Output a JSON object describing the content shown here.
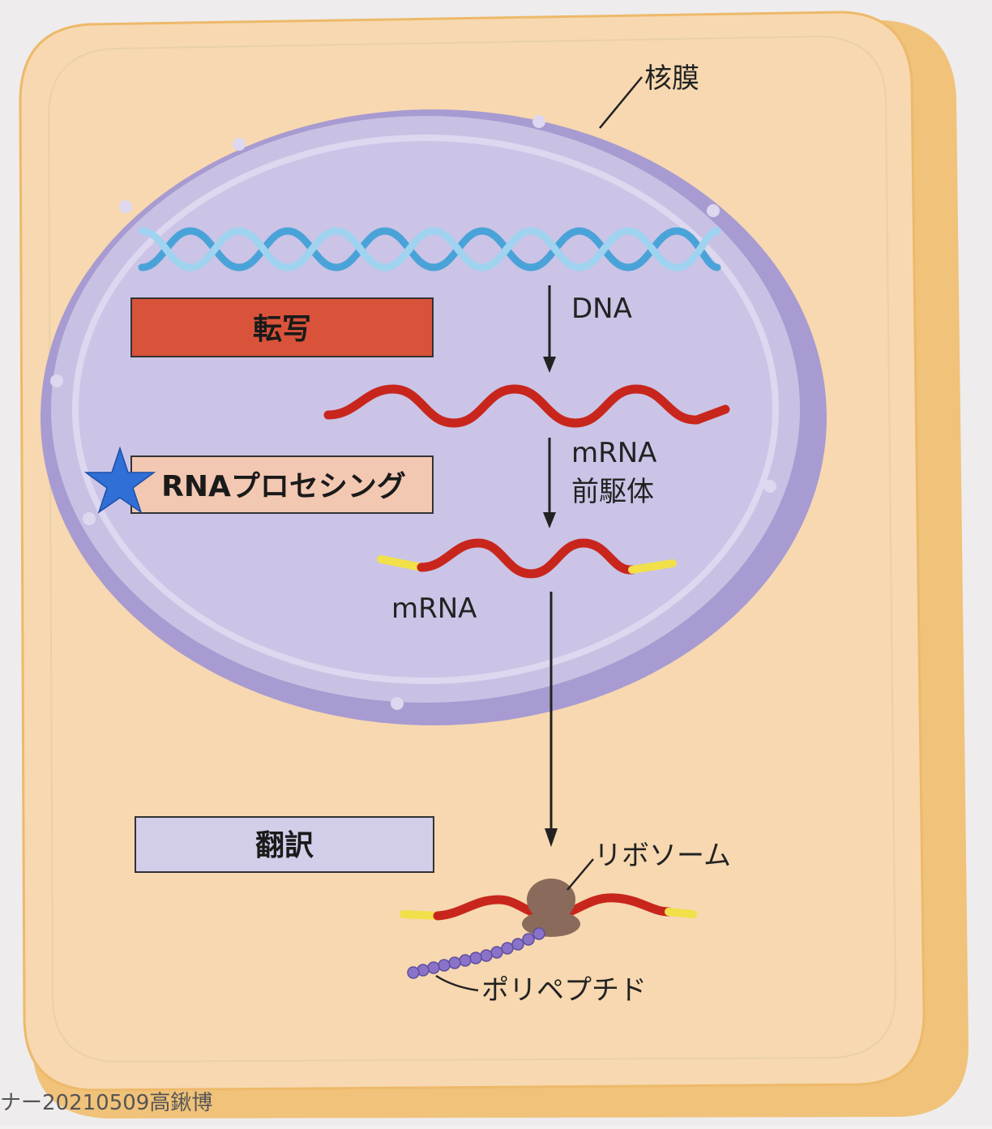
{
  "labels": {
    "nuclear_membrane": "核膜",
    "dna": "DNA",
    "mrna_precursor_line1": "mRNA",
    "mrna_precursor_line2": "前駆体",
    "mrna": "mRNA",
    "ribosome": "リボソーム",
    "polypeptide": "ポリペプチド"
  },
  "steps": {
    "transcription": "転写",
    "rna_processing": "RNAプロセシング",
    "translation": "翻訳"
  },
  "footer": "ナー20210509高鍬博",
  "colors": {
    "cell_fill": "#f7d8b0",
    "cell_border": "#f0c27a",
    "nucleus_fill": "#c9c1e3",
    "nucleus_edge": "#a79bd1",
    "transcription_box": "#d9533a",
    "rna_processing_box": "#f3c8b2",
    "translation_box": "#d2cde8",
    "dna_blue": "#4aa3d8",
    "rna_red": "#c8261d",
    "rna_yellow": "#f1e04a",
    "star": "#2f6fd6",
    "ribosome": "#8a6a5a",
    "polypeptide": "#8a72c8"
  },
  "icons": {
    "marker": "star-icon"
  }
}
